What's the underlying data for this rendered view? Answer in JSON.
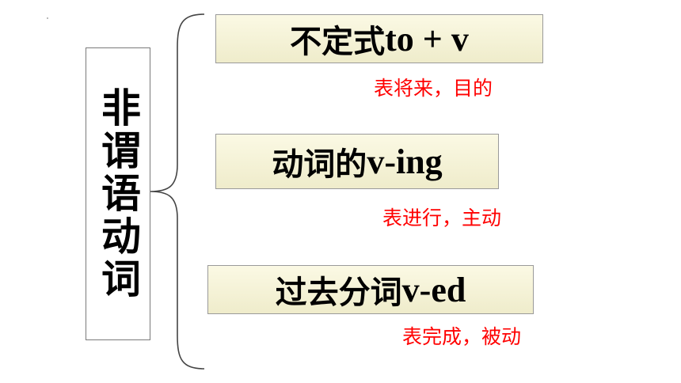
{
  "root": {
    "label": "非谓语动词"
  },
  "branches": [
    {
      "zh": "不定式",
      "en": " to + v",
      "note": "表将来，目的"
    },
    {
      "zh": "动词的",
      "en": "v-ing",
      "note": "表进行，主动"
    },
    {
      "zh": "过去分词",
      "en": " v-ed",
      "note": "表完成，被动"
    }
  ],
  "colors": {
    "note_text": "#ff0000",
    "box_fill": "#f5f3d6",
    "border": "#9a9a9a"
  }
}
